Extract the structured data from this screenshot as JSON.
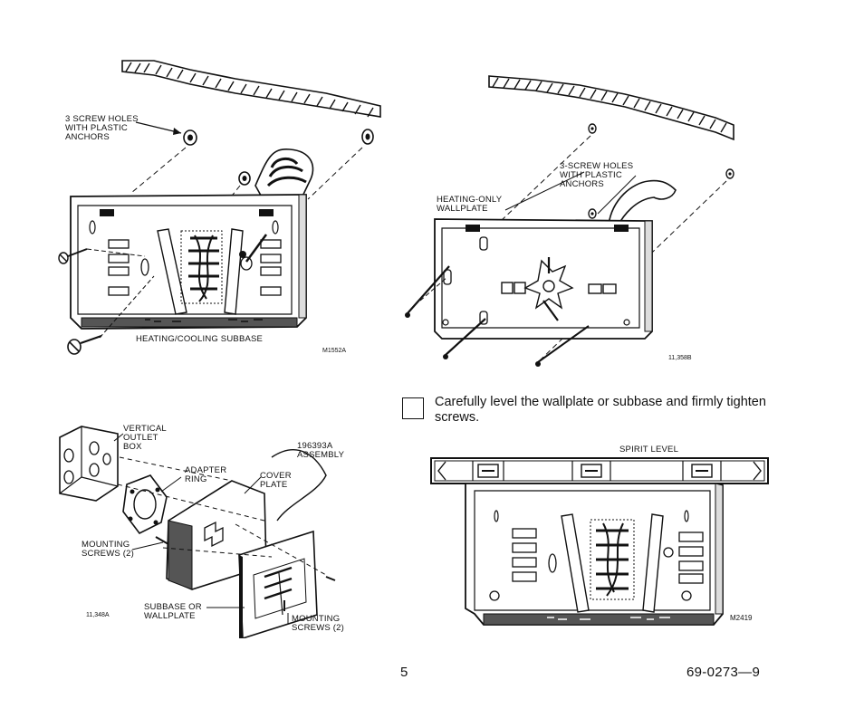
{
  "figures": {
    "fig1": {
      "label_screw_holes": "3 SCREW HOLES\nWITH PLASTIC\nANCHORS",
      "caption": "HEATING/COOLING SUBBASE",
      "code": "M1552A"
    },
    "fig2": {
      "label_screw_holes": "3-SCREW HOLES\nWITH PLASTIC\nANCHORS",
      "label_wallplate": "HEATING-ONLY\nWALLPLATE",
      "code": "11,358B"
    },
    "fig3": {
      "label_outlet_box": "VERTICAL\nOUTLET\nBOX",
      "label_assembly": "196393A\nASSEMBLY",
      "label_adapter": "ADAPTER\nRING",
      "label_cover": "COVER\nPLATE",
      "label_mount1": "MOUNTING\nSCREWS (2)",
      "label_subbase": "SUBBASE OR\nWALLPLATE",
      "label_mount2": "MOUNTING\nSCREWS (2)",
      "code": "11,348A"
    },
    "fig4": {
      "label_level": "SPIRIT LEVEL",
      "code": "M2419"
    }
  },
  "instruction": {
    "text": "Carefully level the wallplate or subbase and firmly tighten screws."
  },
  "footer": {
    "page_number": "5",
    "doc_number": "69-0273—9"
  }
}
